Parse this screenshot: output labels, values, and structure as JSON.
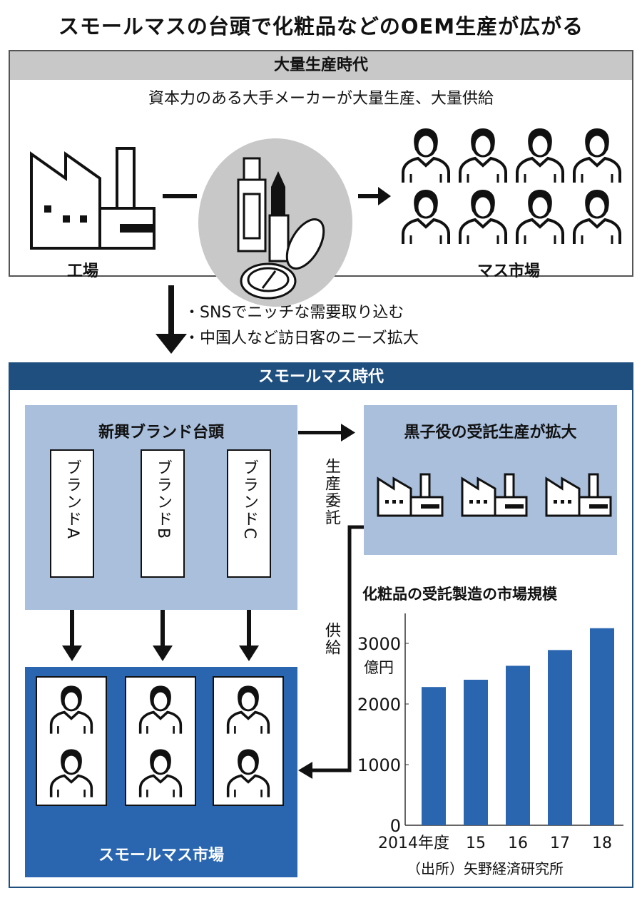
{
  "title": "スモールマスの台頭で化粧品などのOEM生産が広がる",
  "mass_era": {
    "header": "大量生産時代",
    "subtitle": "資本力のある大手メーカーが大量生産、大量供給",
    "factory_label": "工場",
    "market_label": "マス市場"
  },
  "transition": {
    "bullets": [
      "・SNSでニッチな需要取り込む",
      "・中国人など訪日客のニーズ拡大"
    ]
  },
  "small_mass_era": {
    "header": "スモールマス時代",
    "brands_panel_title": "新興ブランド台頭",
    "brands": [
      "ブランドA",
      "ブランドB",
      "ブランドC"
    ],
    "oem_panel_title": "黒子役の受託生産が拡大",
    "commission_label": "生産委託",
    "supply_label": "供給",
    "market_label": "スモールマス市場"
  },
  "colors": {
    "dark_blue": "#1f4f7e",
    "bar_blue": "#2a66b0",
    "light_blue": "#a9bfdc",
    "gray": "#c8c8c8"
  },
  "chart_data": {
    "type": "bar",
    "title": "化粧品の受託製造の市場規模",
    "unit_label": "億円",
    "categories": [
      "2014年度",
      "15",
      "16",
      "17",
      "18"
    ],
    "values": [
      2280,
      2400,
      2630,
      2890,
      3250
    ],
    "yticks": [
      "0",
      "1000",
      "2000",
      "3000"
    ],
    "ylim": [
      0,
      3400
    ],
    "source": "（出所）矢野経済研究所"
  }
}
